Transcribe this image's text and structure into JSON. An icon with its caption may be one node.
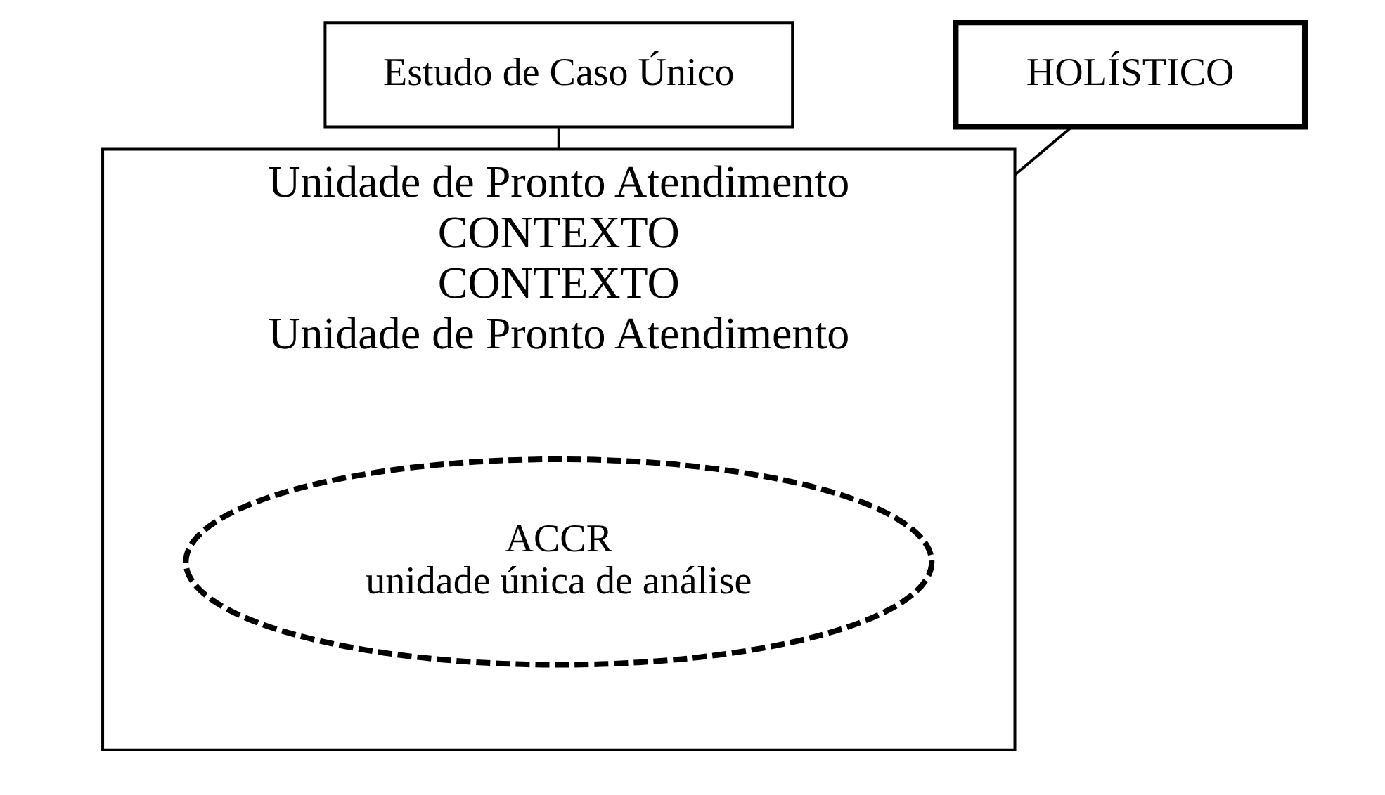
{
  "diagram": {
    "nodes": [
      {
        "text": [
          "Estudo de Caso Único"
        ]
      },
      {
        "text": [
          "Unidade de Pronto Atendimento",
          "CONTEXTO",
          "CONTEXTO",
          "Unidade de Pronto Atendimento"
        ]
      },
      {
        "text": [
          "ACCR",
          "unidade única de análise"
        ],
        "in": 1
      },
      {
        "text": [
          "HOLÍSTICO"
        ]
      }
    ],
    "edges": [
      {
        "from": 0,
        "to": 1,
        "arrow": "none"
      },
      {
        "from": 3,
        "to": 1,
        "arrow": "none"
      }
    ]
  }
}
